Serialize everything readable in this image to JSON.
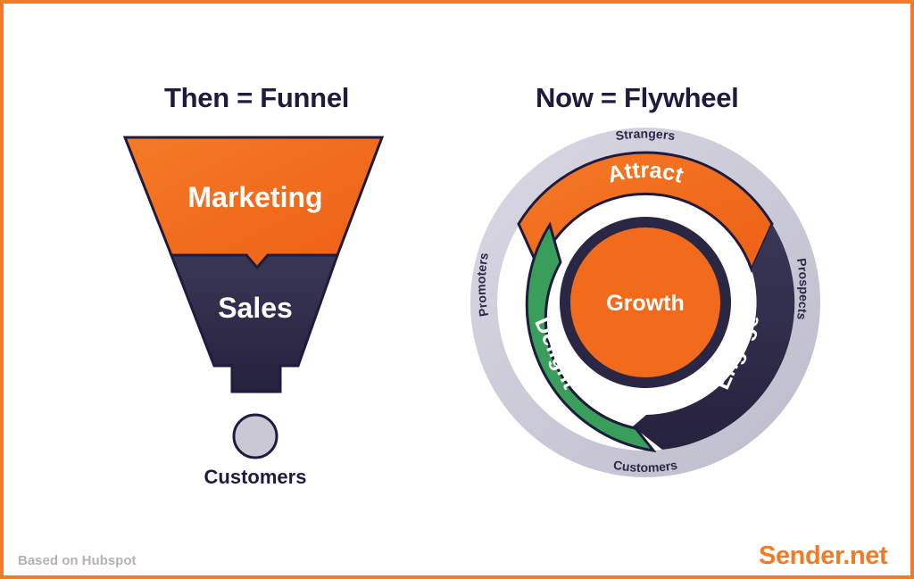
{
  "funnel": {
    "title": "Then = Funnel",
    "stage_top": "Marketing",
    "stage_bottom": "Sales",
    "output_label": "Customers"
  },
  "flywheel": {
    "title": "Now = Flywheel",
    "center": "Growth",
    "segments": [
      "Attract",
      "Engage",
      "Delight"
    ],
    "ring_labels": [
      "Strangers",
      "Prospects",
      "Customers",
      "Promoters"
    ]
  },
  "footer": {
    "note": "Based on Hubspot",
    "brand": "Sender.net"
  },
  "colors": {
    "border": "#f47a26",
    "orange": "#f26b1d",
    "navy": "#2f2c4a",
    "green": "#3a9e5b",
    "ring": "#cfcedb",
    "ink": "#1e1b3f"
  }
}
